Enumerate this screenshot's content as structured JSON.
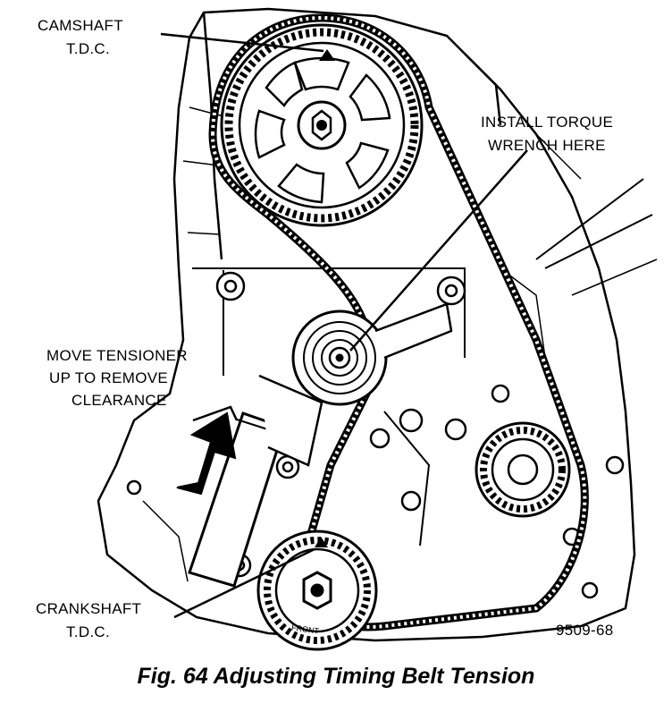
{
  "labels": {
    "camshaft_line1": "CAMSHAFT",
    "camshaft_line2": "T.D.C.",
    "torque_line1": "INSTALL TORQUE",
    "torque_line2": "WRENCH HERE",
    "tensioner_line1": "MOVE TENSIONER",
    "tensioner_line2": "UP TO REMOVE",
    "tensioner_line3": "CLEARANCE",
    "crankshaft_line1": "CRANKSHAFT",
    "crankshaft_line2": "T.D.C.",
    "figure_number": "9509-68",
    "front_mark": "FRONT"
  },
  "caption": "Fig. 64 Adjusting Timing Belt Tension"
}
